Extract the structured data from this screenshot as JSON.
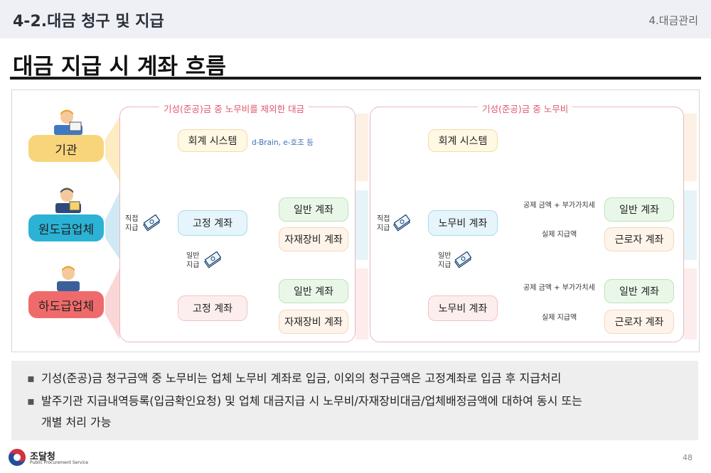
{
  "header": {
    "section": "4-2.대금 청구 및 지급",
    "chapter": "4.대금관리"
  },
  "page_title": "대금 지급 시 계좌 흐름",
  "roles": {
    "agency": "기관",
    "prime": "원도급업체",
    "sub": "하도급업체"
  },
  "left_panel": {
    "title": "기성(준공)금 중 노무비를 제외한 대금",
    "system": "회계 시스템",
    "system_note": "d-Brain, e-호조 등",
    "direct_payment": [
      "직접",
      "지급"
    ],
    "general_payment": [
      "일반",
      "지급"
    ],
    "fixed_account_1": "고정 계좌",
    "fixed_account_2": "고정 계좌",
    "general_account": "일반 계좌",
    "equipment_account": "자재장비 계좌"
  },
  "right_panel": {
    "title": "기성(준공)금 중 노무비",
    "system": "회계 시스템",
    "direct_payment": [
      "직접",
      "지급"
    ],
    "general_payment": [
      "일반",
      "지급"
    ],
    "labor_account": "노무비 계좌",
    "deduction_label": "공제 금액 + 부가가치세",
    "actual_label": "실제 지급액",
    "general_account": "일반 계좌",
    "worker_account": "근로자 계좌"
  },
  "bullets": [
    "기성(준공)금 청구금액 중 노무비는 업체 노무비 계좌로 입금, 이외의 청구금액은 고정계좌로 입금 후 지급처리",
    "발주기관 지급내역등록(입금확인요청) 및 업체 대금지급 시 노무비/자재장비대금/업체배정금액에 대하여 동시 또는",
    "개별 처리 가능"
  ],
  "footer": {
    "org": "조달청",
    "org_en": "Public Procurement Service",
    "page": "48"
  },
  "colors": {
    "accent_red": "#e0566c",
    "arrow": "#1c3c6e",
    "agency": "#f8d57a",
    "prime": "#2bb2d5",
    "sub": "#ef6b6b"
  }
}
